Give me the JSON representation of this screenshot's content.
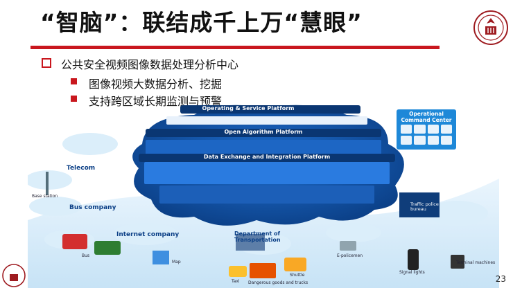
{
  "slide": {
    "title": "“智脑”：联结成千上万“慧眼”",
    "bullets": [
      "公共安全视频图像数据处理分析中心",
      "图像视频大数据分析、挖掘",
      "支持跨区域长期监测与预警"
    ],
    "page_number": "23"
  },
  "diagram": {
    "layers": [
      "Operating & Service Platform",
      "Open Algorithm Platform",
      "Data Exchange and Integration Platform"
    ],
    "command_center": "Operational Command Center",
    "labels": [
      "Telecom",
      "Bus company",
      "Internet company",
      "Department of Transportation",
      "Traffic police bureau",
      "Base station",
      "Bus",
      "Map",
      "Taxi",
      "Shuttle",
      "E-policemen",
      "Signal lights",
      "Terminal machines",
      "Dangerous goods and trucks"
    ]
  },
  "colors": {
    "accent_red": "#c9171e",
    "cloud_dark": "#0b3f86",
    "cloud_mid": "#1565c0",
    "pale_blue": "#dbeefa"
  }
}
